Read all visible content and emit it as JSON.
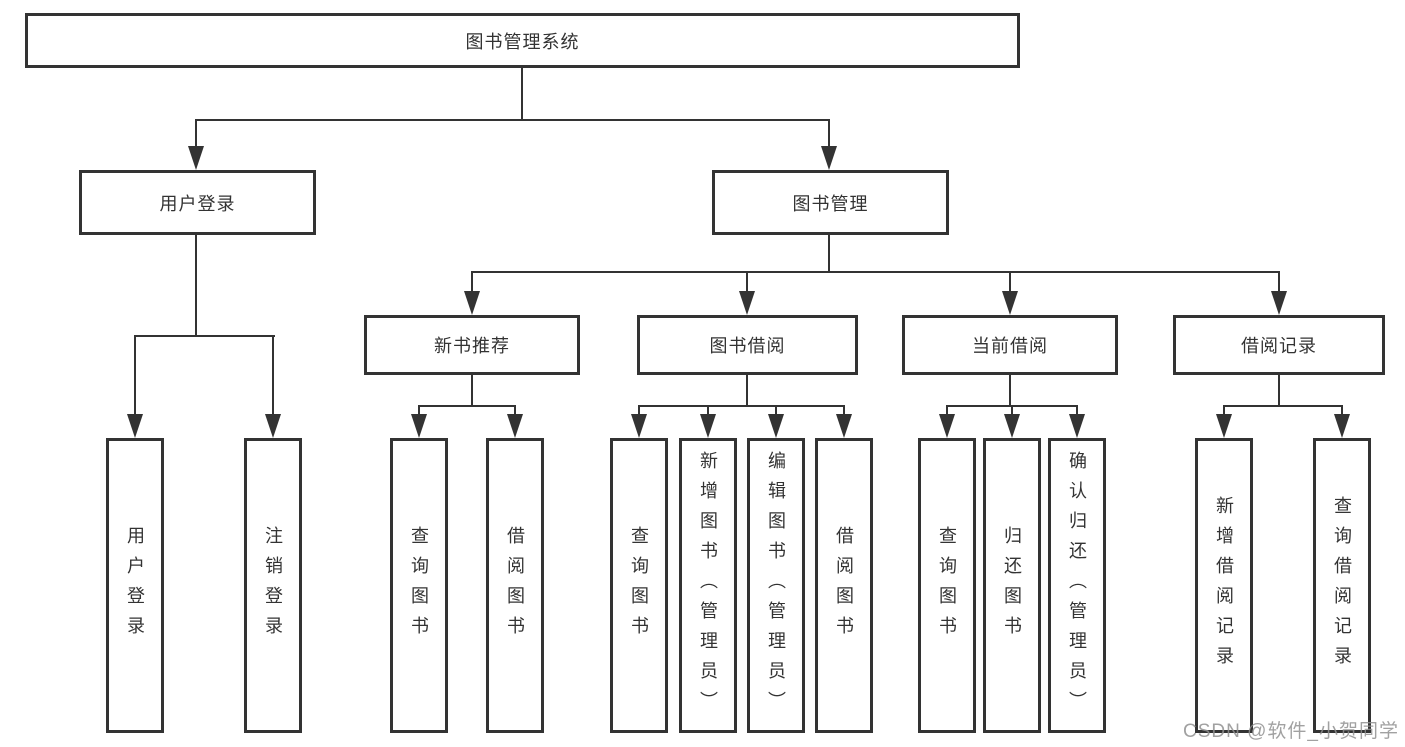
{
  "diagram": {
    "title": "图书管理系统",
    "watermark": "CSDN @软件_小贺同学",
    "colors": {
      "line": "#333333",
      "text": "#333333",
      "background": "#ffffff",
      "watermark": "#919191"
    }
  },
  "tree": {
    "root": {
      "label": "图书管理系统"
    },
    "branches": [
      {
        "label": "用户登录",
        "children": [
          "用户登录",
          "注销登录"
        ]
      },
      {
        "label": "图书管理",
        "groups": [
          {
            "label": "新书推荐",
            "children": [
              "查询图书",
              "借阅图书"
            ]
          },
          {
            "label": "图书借阅",
            "children": [
              "查询图书",
              "新增图书（管理员）",
              "编辑图书（管理员）",
              "借阅图书"
            ]
          },
          {
            "label": "当前借阅",
            "children": [
              "查询图书",
              "归还图书",
              "确认归还（管理员）"
            ]
          },
          {
            "label": "借阅记录",
            "children": [
              "新增借阅记录",
              "查询借阅记录"
            ]
          }
        ]
      }
    ]
  }
}
